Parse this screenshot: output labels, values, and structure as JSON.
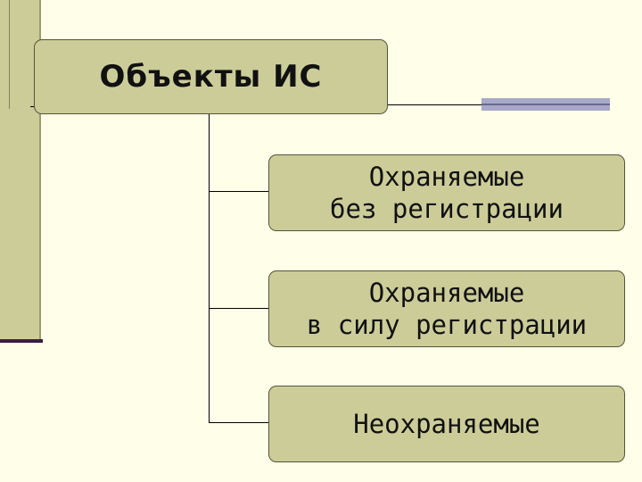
{
  "diagram": {
    "root": {
      "label": "Объекты ИС"
    },
    "children": [
      {
        "label": "Охраняемые\nбез регистрации"
      },
      {
        "label": "Охраняемые\nв силу регистрации"
      },
      {
        "label": "Неохраняемые"
      }
    ]
  },
  "colors": {
    "background": "#fffee8",
    "box_fill": "#cccc99",
    "box_border": "#55553a",
    "accent_bar": "#a8a8c8",
    "left_band_bottom": "#3a1f3a",
    "connector": "#000000"
  }
}
